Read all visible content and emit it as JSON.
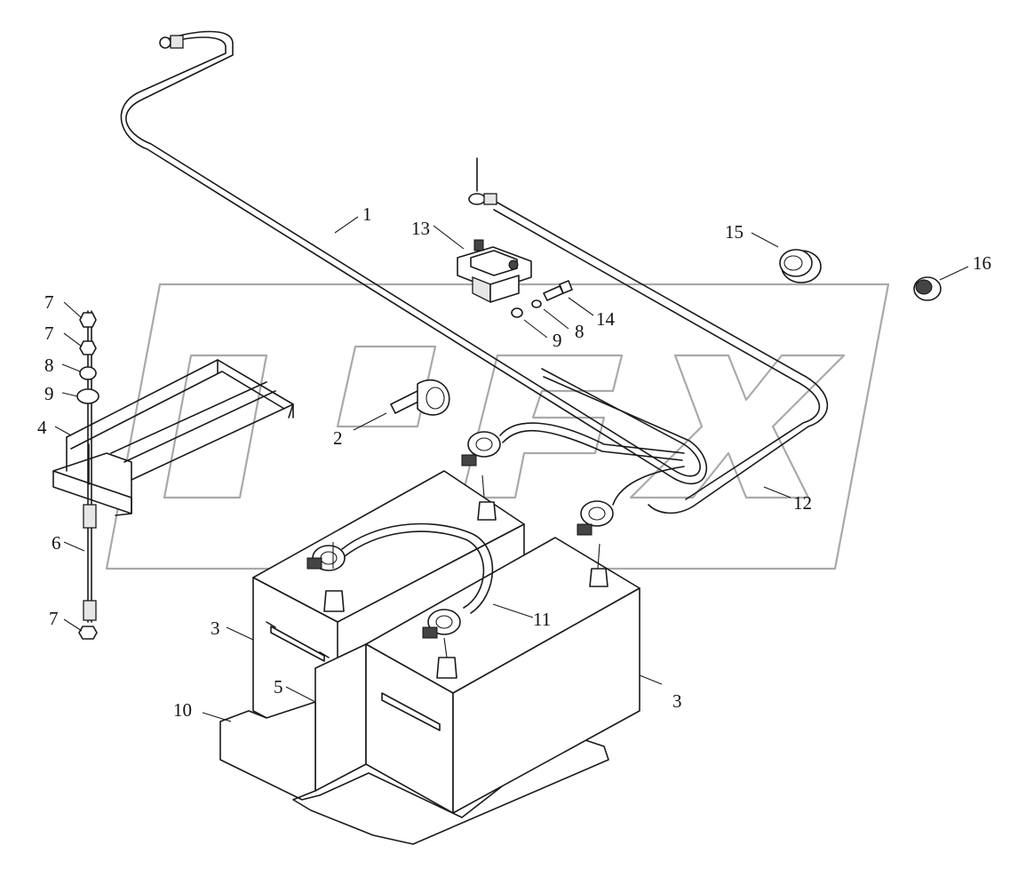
{
  "watermark": {
    "text": "OPEX"
  },
  "callouts": {
    "c1": "1",
    "c2": "2",
    "c3a": "3",
    "c3b": "3",
    "c4": "4",
    "c5": "5",
    "c6": "6",
    "c7a": "7",
    "c7b": "7",
    "c7c": "7",
    "c8a": "8",
    "c8b": "8",
    "c9a": "9",
    "c9b": "9",
    "c10": "10",
    "c11": "11",
    "c12": "12",
    "c13": "13",
    "c14": "14",
    "c15": "15",
    "c16": "16"
  }
}
